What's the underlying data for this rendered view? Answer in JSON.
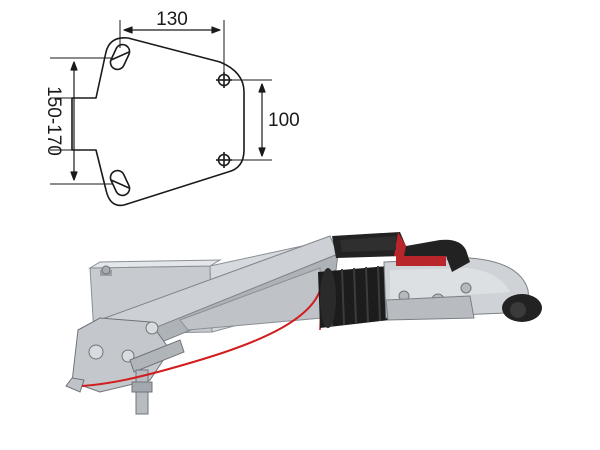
{
  "drawing": {
    "dim_top": "130",
    "dim_right": "100",
    "dim_left": "150-170"
  },
  "photo": {
    "subject": "trailer-coupling-assembly",
    "colors": {
      "galvanized": "#c9ccd0",
      "galvanized_dark": "#8f949a",
      "bellows": "#1c1c1c",
      "handle_red": "#b8262b",
      "handle_black": "#222222",
      "cable": "#d11d1d"
    }
  }
}
